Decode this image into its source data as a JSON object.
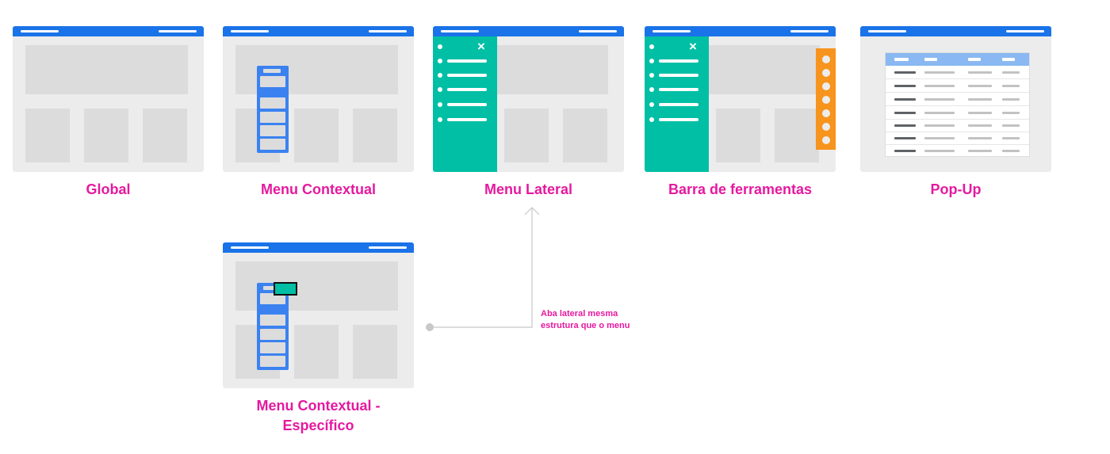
{
  "captions": {
    "global": "Global",
    "contextual": "Menu Contextual",
    "lateral": "Menu Lateral",
    "toolbar": "Barra de ferramentas",
    "popup": "Pop-Up",
    "contextual_specific_line1": "Menu Contextual -",
    "contextual_specific_line2": "Específico"
  },
  "annotation": {
    "line1": "Aba lateral mesma",
    "line2": "estrutura que o menu"
  },
  "icons": {
    "close": "×"
  },
  "colors": {
    "topbar": "#1a73e8",
    "contextual_menu": "#3b82f0",
    "side_menu": "#00bfa5",
    "toolbar": "#f7941d",
    "caption_text": "#e5199f",
    "annotation_text": "#e5199f",
    "popup_header": "#8ab8f2"
  }
}
